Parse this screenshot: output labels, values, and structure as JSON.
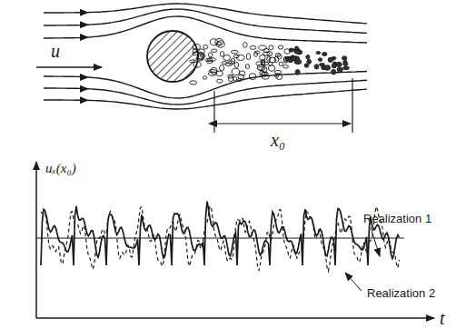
{
  "diagram": {
    "labels": [
      "u",
      "x₀",
      "uₓ(x₀)",
      "Realization 1",
      "Realization 2",
      "t"
    ]
  }
}
